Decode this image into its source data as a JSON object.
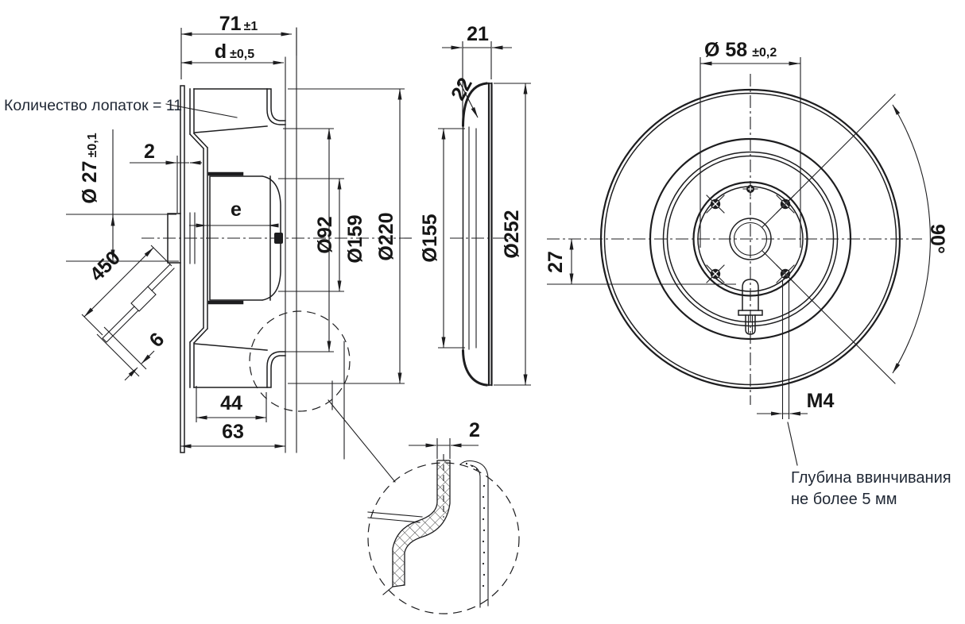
{
  "colors": {
    "line": "#1d1d1f",
    "ann": "#1f2734"
  },
  "annotations": {
    "blade_count": "Количество лопаток = 11",
    "screw_depth_note": [
      "Глубина ввинчивания",
      "не более 5 мм"
    ]
  },
  "left_view": {
    "total_depth": {
      "value": "71",
      "tol": "±1"
    },
    "impeller_depth": {
      "value": "d",
      "tol": "±0,5"
    },
    "wall_clearance": "2",
    "boss_dia": {
      "value": "Ø 27",
      "tol": "±0,1"
    },
    "motor_offset": "e",
    "motor_dia": "Ø92",
    "inlet_dia": "Ø159",
    "impeller_dia": "Ø220",
    "inlet_depth": "44",
    "housing_depth": "63",
    "cable_length": "450",
    "cable_dia": "6"
  },
  "side_view": {
    "flange_width": "21",
    "inlet_radius": "22",
    "inlet_dia": "Ø155",
    "outer_dia": "Ø252"
  },
  "detail": {
    "wall_thickness": "2"
  },
  "front_view": {
    "bolt_circle_dia": {
      "value": "Ø 58",
      "tol": "±0,2"
    },
    "cable_offset": "27",
    "mount_angle": "90°",
    "thread_size": "M4"
  }
}
